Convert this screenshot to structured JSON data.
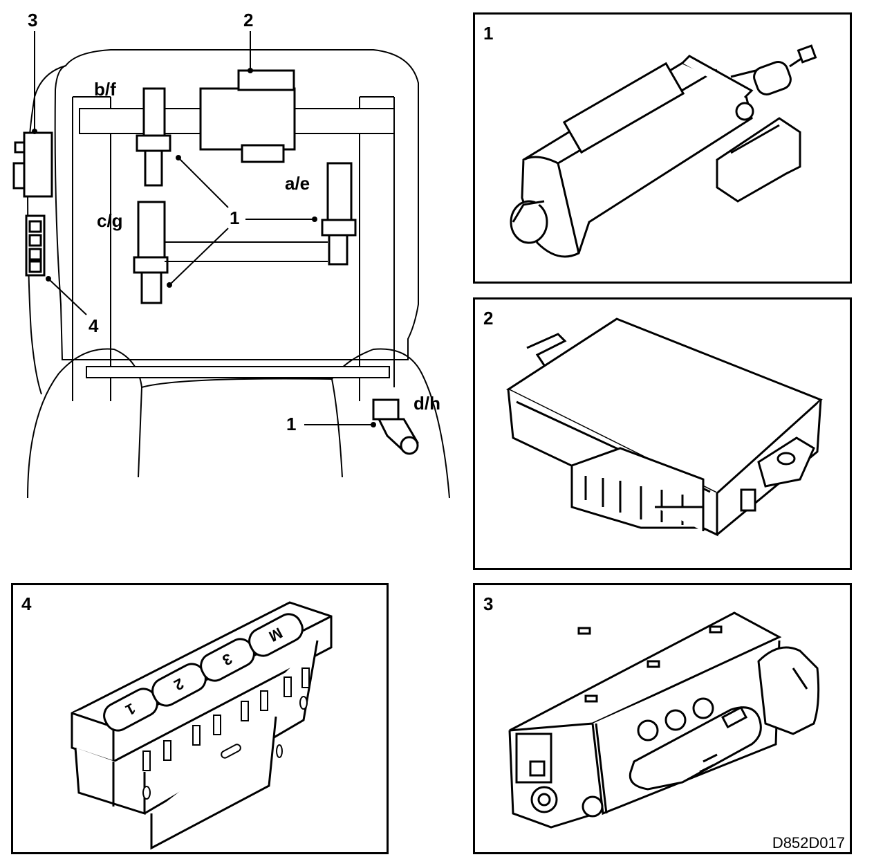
{
  "overview": {
    "callouts": {
      "seat_position_motors": "1",
      "control_module": "2",
      "seat_adjustment_switch": "3",
      "memory_switch": "4",
      "seat_position_motor_bottom": "1"
    },
    "motor_labels": {
      "front_left": "b/f",
      "rear_left": "c/g",
      "right_upper": "a/e",
      "right_lower": "d/h"
    }
  },
  "panels": {
    "motor": {
      "label": "1",
      "icon": "seat-motor-icon"
    },
    "control_module": {
      "label": "2",
      "icon": "control-module-icon"
    },
    "seat_switch": {
      "label": "3",
      "icon": "seat-switch-icon"
    },
    "memory_switch": {
      "label": "4",
      "icon": "memory-switch-icon",
      "buttons": [
        "1",
        "2",
        "3",
        "M"
      ]
    }
  },
  "document_code": "D852D017"
}
